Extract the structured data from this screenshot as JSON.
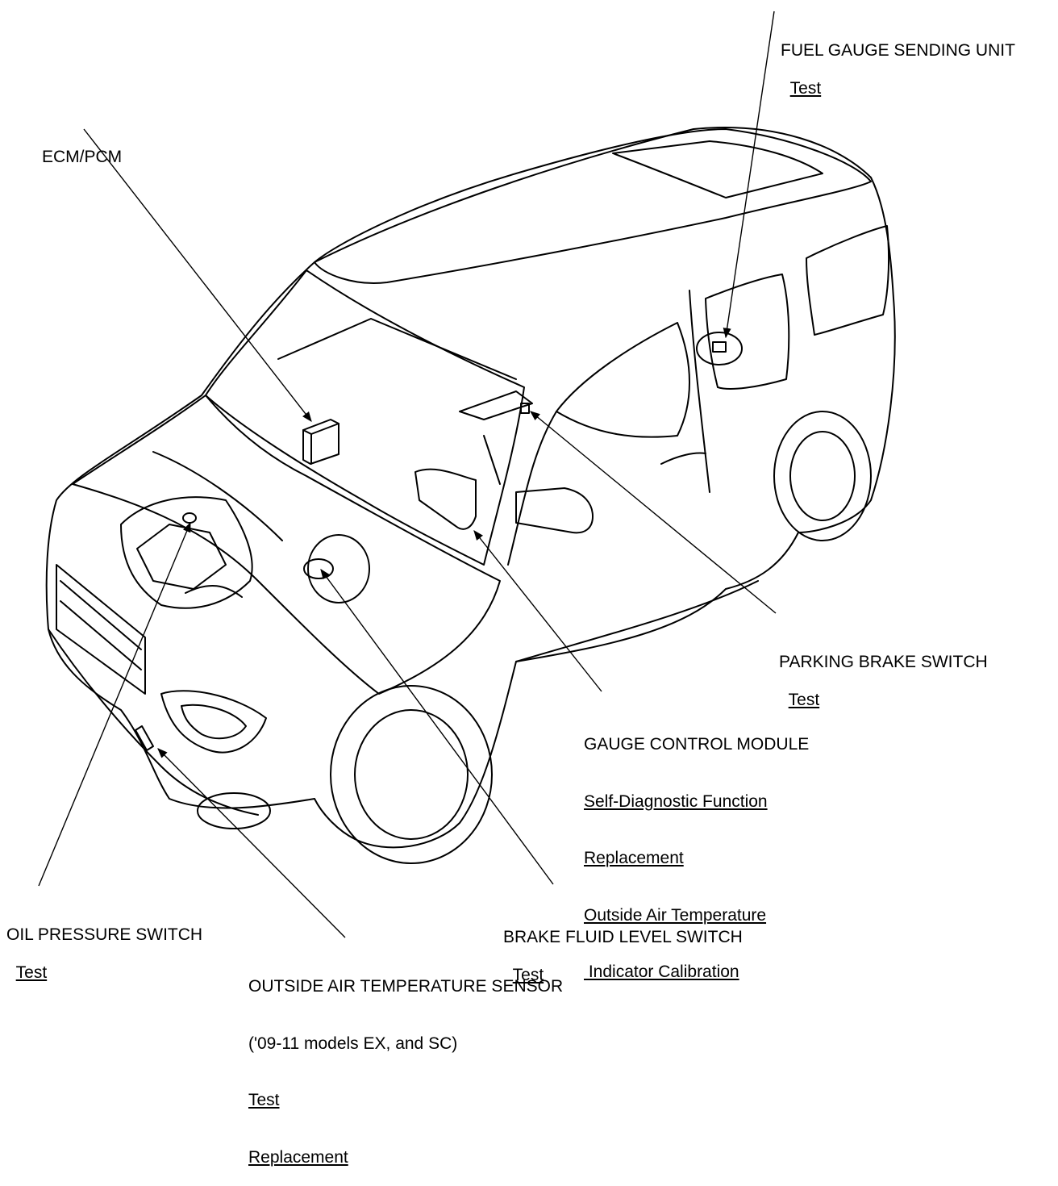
{
  "callouts": {
    "fuel_gauge": {
      "title": "FUEL GAUGE SENDING UNIT",
      "links": [
        "Test"
      ]
    },
    "ecm_pcm": {
      "title": "ECM/PCM"
    },
    "parking_brake": {
      "title": "PARKING BRAKE SWITCH",
      "links": [
        "Test"
      ]
    },
    "gauge_control": {
      "title": "GAUGE CONTROL MODULE",
      "links": [
        "Self-Diagnostic Function",
        "Replacement",
        "Outside Air Temperature",
        " Indicator Calibration"
      ]
    },
    "oil_pressure": {
      "title": "OIL PRESSURE SWITCH",
      "links": [
        "Test"
      ]
    },
    "brake_fluid": {
      "title": "BRAKE FLUID LEVEL SWITCH",
      "links": [
        "Test"
      ]
    },
    "outside_air_sensor": {
      "title": "OUTSIDE AIR TEMPERATURE SENSOR",
      "subtitle": "('09-11 models EX, and SC)",
      "links": [
        "Test",
        "Replacement"
      ]
    }
  }
}
